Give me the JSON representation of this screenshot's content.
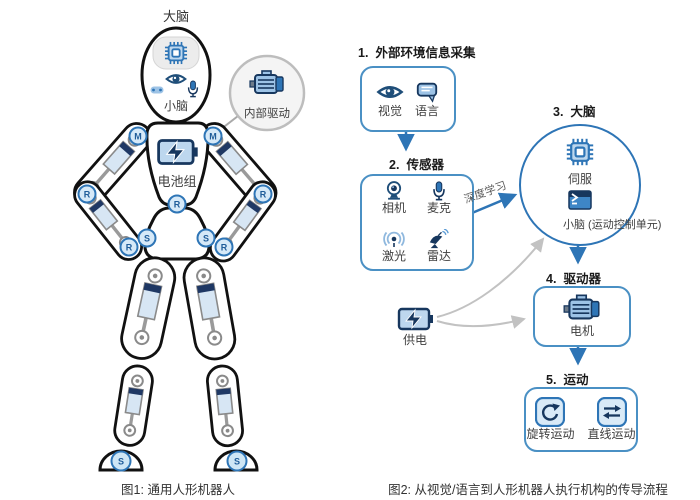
{
  "colors": {
    "accent_blue": "#2e75b6",
    "box_border": "#4a90c4",
    "dark_navy": "#17375e",
    "light_blue_fill": "#bdd7ee",
    "gray_arrow": "#c2c2c2",
    "outline_black": "#111111"
  },
  "figure1": {
    "caption": "图1: 通用人形机器人",
    "brain_label": "大脑",
    "cerebellum_label": "小脑",
    "internal_drive_label": "内部驱动",
    "battery_label": "电池组",
    "joint_labels": {
      "m": "M",
      "r": "R",
      "s": "S"
    },
    "icons": [
      "chip-icon",
      "eye-icon",
      "gamepad-icon",
      "mic-icon",
      "motor-icon",
      "battery-icon"
    ]
  },
  "figure2": {
    "caption": "图2: 从视觉/语言到人形机器人执行机构的传导流程",
    "edge_label": "深度学习",
    "power": {
      "label": "供电",
      "icon": "battery-icon"
    },
    "steps": [
      {
        "number": "1.",
        "title": "外部环境信息采集"
      },
      {
        "number": "2.",
        "title": "传感器"
      },
      {
        "number": "3.",
        "title": "大脑"
      },
      {
        "number": "4.",
        "title": "驱动器"
      },
      {
        "number": "5.",
        "title": "运动"
      }
    ],
    "step1_items": [
      {
        "label": "视觉",
        "icon": "eye-icon"
      },
      {
        "label": "语言",
        "icon": "speech-bubble-icon"
      }
    ],
    "step2_items": [
      {
        "label": "相机",
        "icon": "camera-icon"
      },
      {
        "label": "麦克",
        "icon": "microphone-icon"
      },
      {
        "label": "激光",
        "icon": "laser-icon"
      },
      {
        "label": "雷达",
        "icon": "radar-icon"
      }
    ],
    "step3_items": [
      {
        "label": "伺服",
        "icon": "chip-icon"
      },
      {
        "label": "小脑 (运动控制单元)",
        "icon": "terminal-icon"
      }
    ],
    "step4_items": [
      {
        "label": "电机",
        "icon": "motor-icon"
      }
    ],
    "step5_items": [
      {
        "label": "旋转运动",
        "icon": "rotate-icon"
      },
      {
        "label": "直线运动",
        "icon": "linear-icon"
      }
    ]
  }
}
